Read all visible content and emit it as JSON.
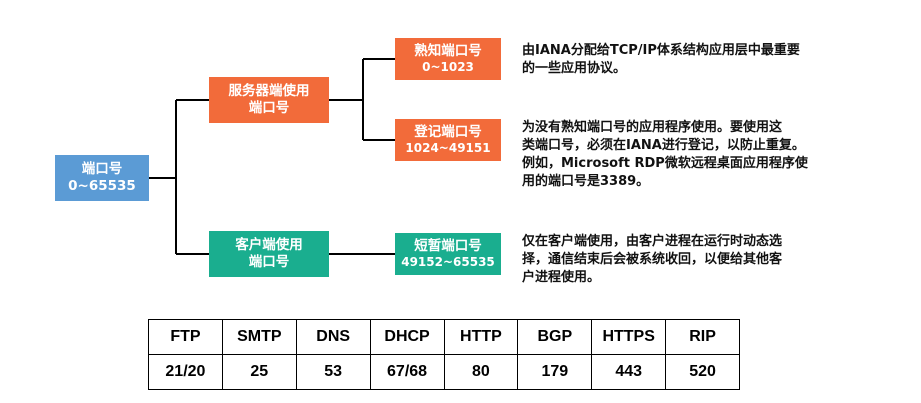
{
  "root": {
    "line1": "端口号",
    "line2": "0~65535",
    "color": "#5B9BD5"
  },
  "server": {
    "line1": "服务器端使用",
    "line2": "端口号",
    "color": "#F26B3A"
  },
  "client": {
    "line1": "客户端使用",
    "line2": "端口号",
    "color": "#1AAE8F"
  },
  "well_known": {
    "line1": "熟知端口号",
    "line2": "0~1023",
    "color": "#F26B3A"
  },
  "registered": {
    "line1": "登记端口号",
    "line2": "1024~49151",
    "color": "#F26B3A"
  },
  "ephemeral": {
    "line1": "短暂端口号",
    "line2": "49152~65535",
    "color": "#1AAE8F"
  },
  "desc_well_known": [
    "由IANA分配给TCP/IP体系结构应用层中最重要",
    "的一些应用协议。"
  ],
  "desc_registered": [
    "为没有熟知端口号的应用程序使用。要使用这",
    "类端口号，必须在IANA进行登记，以防止重复。",
    "例如，Microsoft RDP微软远程桌面应用程序使",
    "用的端口号是3389。"
  ],
  "desc_ephemeral": [
    "仅在客户端使用，由客户进程在运行时动态选",
    "择，通信结束后会被系统收回，以便给其他客",
    "户进程使用。"
  ],
  "table": {
    "protocols": [
      "FTP",
      "SMTP",
      "DNS",
      "DHCP",
      "HTTP",
      "BGP",
      "HTTPS",
      "RIP"
    ],
    "ports": [
      "21/20",
      "25",
      "53",
      "67/68",
      "80",
      "179",
      "443",
      "520"
    ]
  },
  "line_color": "#000000"
}
